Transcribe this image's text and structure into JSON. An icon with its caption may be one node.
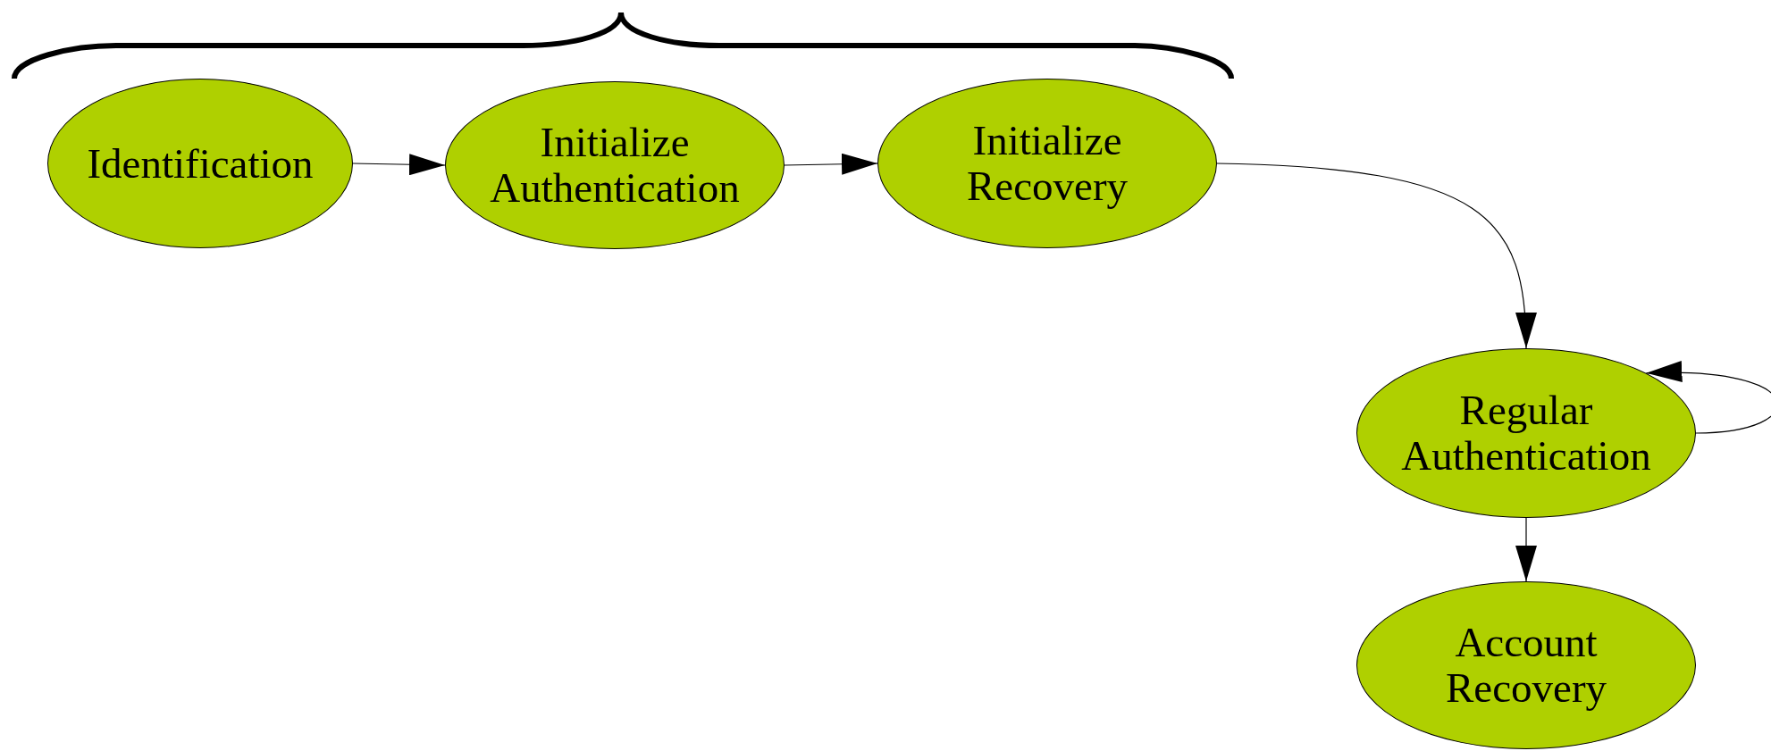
{
  "diagram": {
    "nodes": [
      {
        "text": [
          "Identification"
        ]
      },
      {
        "text": [
          "Initialize Authentication"
        ]
      },
      {
        "text": [
          "Initialize Recovery"
        ]
      },
      {
        "text": [
          "Regular Authentication"
        ]
      },
      {
        "text": [
          "Account Recovery"
        ]
      }
    ],
    "edges": [
      {
        "from": 0,
        "to": 1,
        "arrow": "to"
      },
      {
        "from": 1,
        "to": 2,
        "arrow": "to"
      },
      {
        "from": 2,
        "to": 3,
        "arrow": "to"
      },
      {
        "from": 3,
        "to": 3,
        "arrow": "to"
      },
      {
        "from": 3,
        "to": 4,
        "arrow": "to"
      }
    ]
  }
}
